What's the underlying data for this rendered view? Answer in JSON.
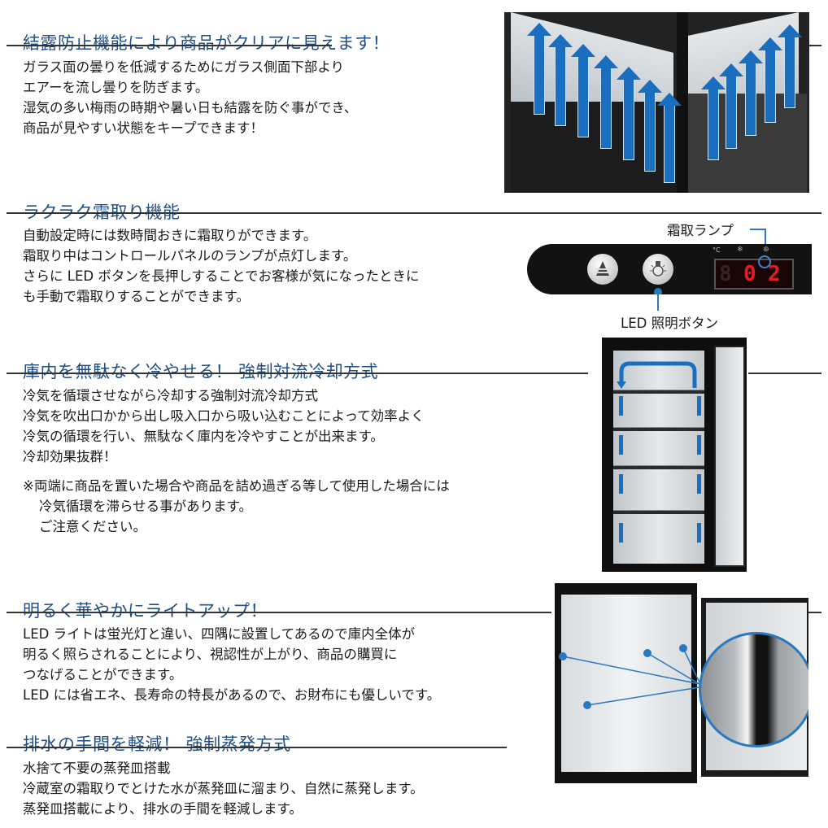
{
  "sections": [
    {
      "heading": "結露防止機能により商品がクリアに見えます！",
      "lines": [
        "ガラス面の曇りを低減するためにガラス側面下部より",
        "エアーを流し曇りを防ぎます。",
        "湿気の多い梅雨の時期や暑い日も結露を防ぐ事ができ、",
        "商品が見やすい状態をキープできます！"
      ],
      "image_alt": "cabinet-anti-condensation-airflow"
    },
    {
      "heading": "ラクラク霜取り機能",
      "lines": [
        "自動設定時には数時間おきに霜取りができます。",
        "霜取り中はコントロールパネルのランプが点灯します。",
        "さらに LED ボタンを長押しすることでお客様が気になったときに",
        "も手動で霜取りすることができます。"
      ],
      "callouts": {
        "defrost_lamp": "霜取ランプ",
        "led_button": "LED 照明ボタン"
      },
      "panel": {
        "display_digits": [
          "8",
          "0",
          "2"
        ],
        "indicators": [
          "°C",
          "❄",
          "⊕"
        ],
        "digit_color": "#e02020"
      }
    },
    {
      "heading": "庫内を無駄なく冷やせる！ 強制対流冷却方式",
      "lines": [
        "冷気を循環させながら冷却する強制対流冷却方式",
        "冷気を吹出口かから出し吸入口から吸い込むことによって効率よく",
        "冷気の循環を行い、無駄なく庫内を冷やすことが出来ます。",
        "冷却効果抜群！"
      ],
      "note_lines": [
        "※両端に商品を置いた場合や商品を詰め過ぎる等して使用した場合には",
        "冷気循環を滞らせる事があります。",
        "ご注意ください。"
      ]
    },
    {
      "heading": "明るく華やかにライトアップ！",
      "lines": [
        "LED ライトは蛍光灯と違い、四隅に設置してあるので庫内全体が",
        "明るく照らされることにより、視認性が上がり、商品の購買に",
        "つなげることができます。",
        "LED には省エネ、長寿命の特長があるので、お財布にも優しいです。"
      ]
    },
    {
      "heading": "排水の手間を軽減！ 強制蒸発方式",
      "lines": [
        "水捨て不要の蒸発皿搭載",
        "冷蔵室の霜取りでとけた水が蒸発皿に溜まり、自然に蒸発します。",
        "蒸発皿搭載により、排水の手間を軽減します。"
      ]
    }
  ],
  "colors": {
    "heading": "#1f4e86",
    "accent_blue": "#1a6ec0",
    "rule": "#333333"
  }
}
